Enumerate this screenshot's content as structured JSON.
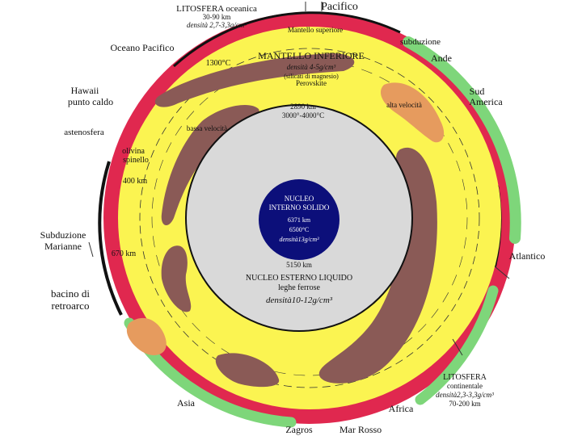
{
  "diagram": {
    "colors": {
      "crust_oceanic": "#e0284f",
      "crust_continental": "#7ed67a",
      "mantle": "#fbf451",
      "plume_dark": "#8a5a56",
      "plume_light": "#e69b5e",
      "outer_core": "#d9d9d9",
      "inner_core": "#0c0f7a"
    },
    "labels": {
      "litosfera_oceanica": "LITOSFERA oceanica",
      "litosfera_oceanica_thickness": "30-90 km",
      "litosfera_oceanica_density": "densità 2,7-3,3g/cm³",
      "pacifico_top": "Pacifico",
      "mantello_superiore": "Mantello superiore",
      "subduzione": "subduzione",
      "ande": "Ande",
      "oceano_pacifico": "Oceano Pacifico",
      "temp_1300": "1300°C",
      "mantello_inferiore": "MANTELLO INFERIORE",
      "mantello_inferiore_density": "densità 4-5g/cm³",
      "silicati": "(silicati di magnesio)",
      "perovskite": "Perovskite",
      "sud": "Sud",
      "america": "America",
      "hawaii": "Hawaii",
      "punto_caldo": "punto caldo",
      "alta_velocita": "alta velocità",
      "depth_2890": "2890 km",
      "temp_core_boundary": "3000°-4000°C",
      "astenosfera": "astenosfera",
      "bassa_velocita": "bassa velocità",
      "olivina": "olivina",
      "spinello": "spinello",
      "depth_400": "400 km",
      "nucleo_interno_1": "NUCLEO",
      "nucleo_interno_2": "INTERNO SOLIDO",
      "depth_6371": "6371 km",
      "temp_6500": "6500°C",
      "nucleo_interno_density": "densità13g/cm³",
      "subduzione_marianne_1": "Subduzione",
      "subduzione_marianne_2": "Marianne",
      "depth_670": "670 km",
      "atlantico": "Atlantico",
      "depth_5150": "5150 km",
      "nucleo_esterno": "NUCLEO ESTERNO LIQUIDO",
      "leghe_ferrose": "leghe ferrose",
      "nucleo_esterno_density": "densità10-12g/cm³",
      "bacino_1": "bacino di",
      "bacino_2": "retroarco",
      "litosfera_continentale_1": "LITOSFERA",
      "litosfera_continentale_2": "continentale",
      "litosfera_continentale_density": "densità2,3-3,3g/cm³",
      "litosfera_continentale_thickness": "70-200 km",
      "asia": "Asia",
      "africa": "Africa",
      "zagros": "Zagros",
      "mar_rosso": "Mar Rosso"
    }
  }
}
